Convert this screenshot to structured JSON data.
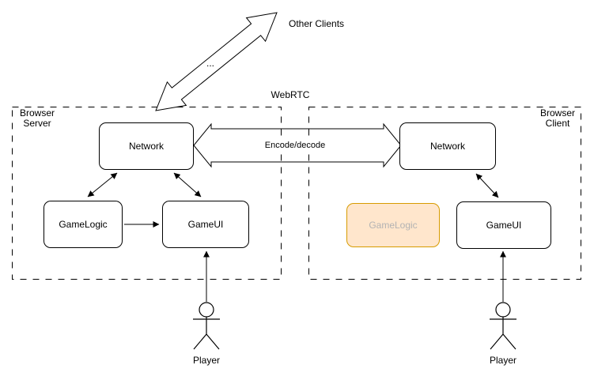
{
  "diagram": {
    "labels": {
      "other_clients": "Other Clients",
      "ellipsis": "...",
      "webrtc": "WebRTC",
      "encode_decode": "Encode/decode"
    },
    "groups": {
      "server": {
        "label": "Browser\nServer"
      },
      "client": {
        "label": "Browser\nClient"
      }
    },
    "nodes": {
      "server_network": "Network",
      "server_game_logic": "GameLogic",
      "server_game_ui": "GameUI",
      "client_network": "Network",
      "client_game_logic": "GameLogic",
      "client_game_ui": "GameUI"
    },
    "actors": {
      "server_player": "Player",
      "client_player": "Player"
    },
    "colors": {
      "line": "#000000",
      "disabled_fill": "#ffe6cc",
      "disabled_border": "#d79b00",
      "disabled_text": "#b3b3b3"
    }
  }
}
